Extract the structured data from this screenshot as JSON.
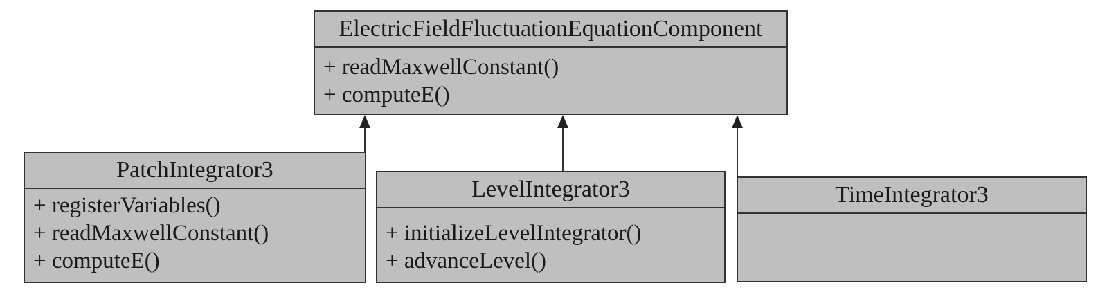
{
  "diagram": {
    "classes": {
      "base": {
        "name": "ElectricFieldFluctuationEquationComponent",
        "operations": [
          "+ readMaxwellConstant()",
          "+ computeE()"
        ]
      },
      "patch": {
        "name": "PatchIntegrator3",
        "operations": [
          "+ registerVariables()",
          "+ readMaxwellConstant()",
          "+ computeE()"
        ]
      },
      "level": {
        "name": "LevelIntegrator3",
        "operations": [
          "+ initializeLevelIntegrator()",
          "+ advanceLevel()"
        ]
      },
      "time": {
        "name": "TimeIntegrator3",
        "operations": []
      }
    },
    "relations": [
      {
        "from": "PatchIntegrator3",
        "to": "ElectricFieldFluctuationEquationComponent",
        "kind": "arrow"
      },
      {
        "from": "LevelIntegrator3",
        "to": "ElectricFieldFluctuationEquationComponent",
        "kind": "arrow"
      },
      {
        "from": "TimeIntegrator3",
        "to": "ElectricFieldFluctuationEquationComponent",
        "kind": "arrow"
      }
    ],
    "colors": {
      "box_fill": "#c0bfc0",
      "line": "#333333",
      "text": "#1a1a1a"
    }
  }
}
